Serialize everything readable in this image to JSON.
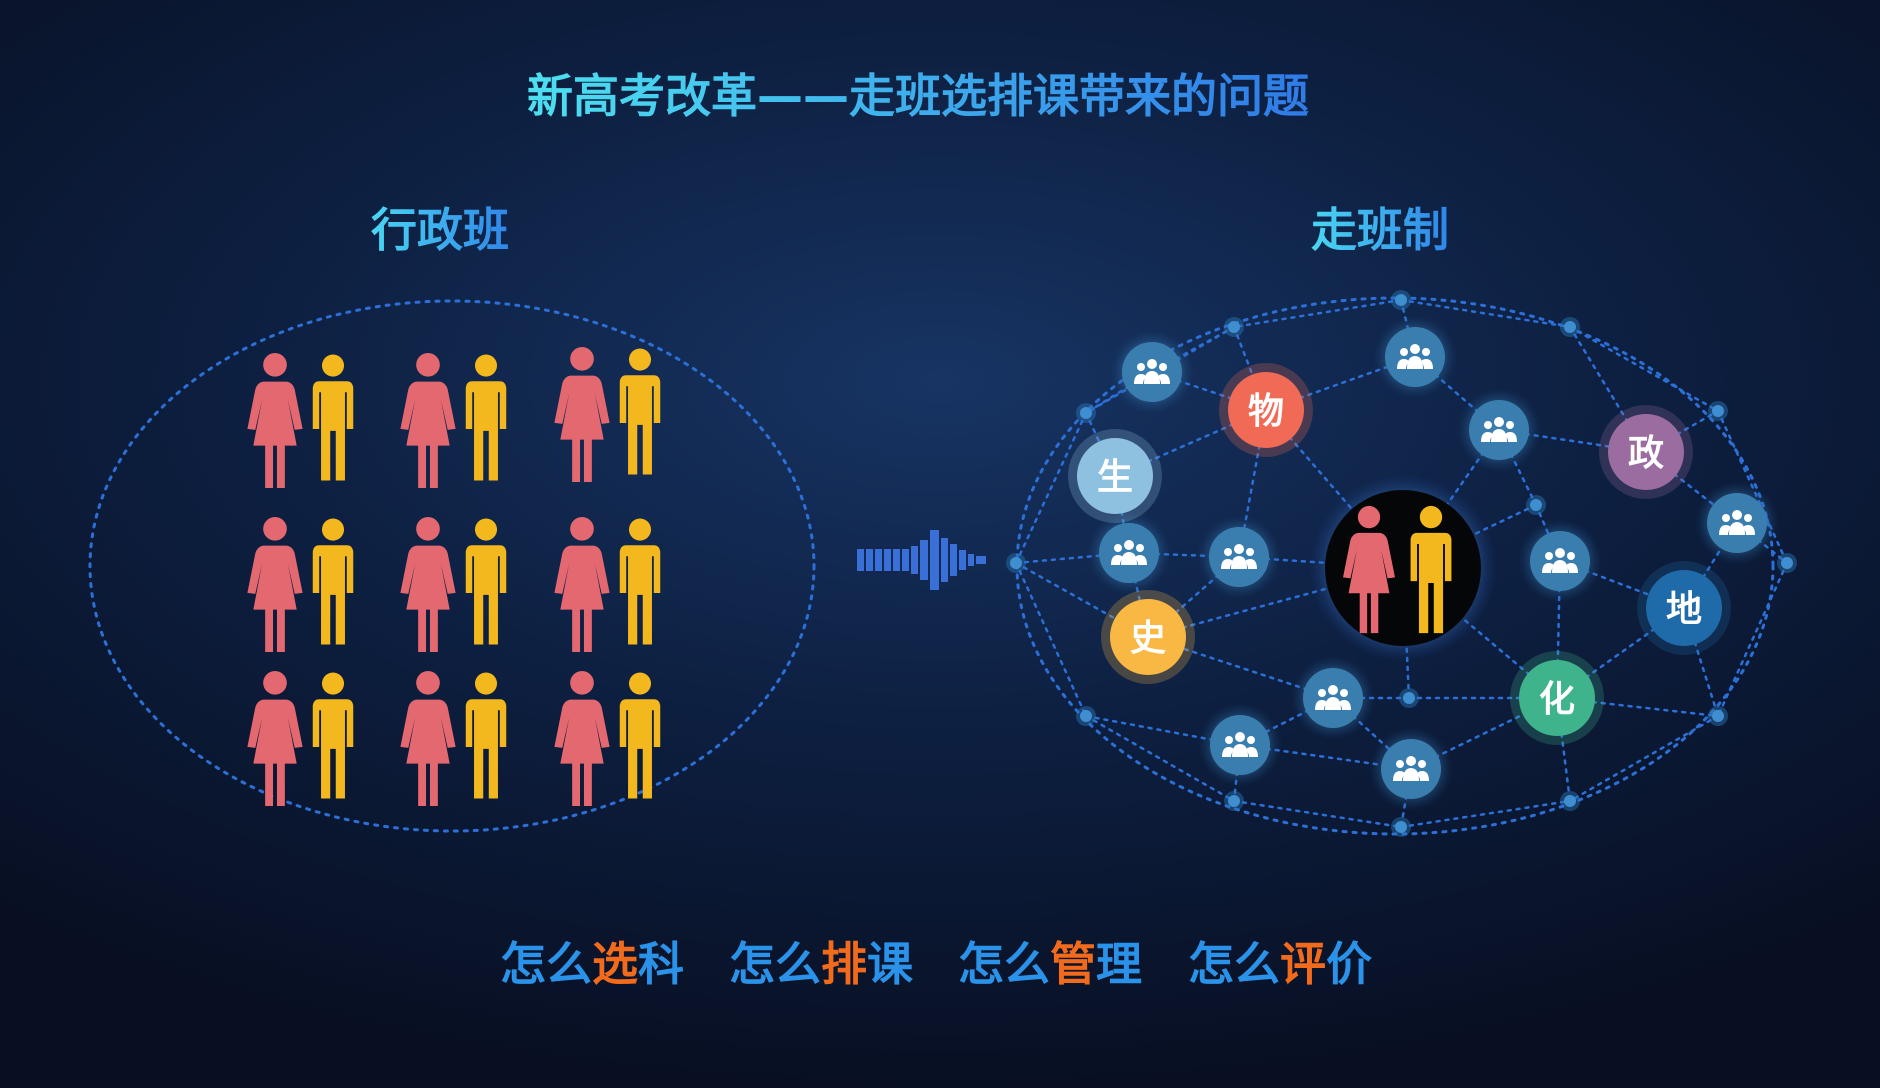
{
  "title": "新高考改革——走班选排课带来的问题",
  "left_section": {
    "label": "行政班"
  },
  "right_section": {
    "label": "走班制"
  },
  "subjects": [
    {
      "label": "物",
      "color": "#f06a55"
    },
    {
      "label": "生",
      "color": "#8ec1e0"
    },
    {
      "label": "史",
      "color": "#f9b843"
    },
    {
      "label": "政",
      "color": "#9b6c9f"
    },
    {
      "label": "地",
      "color": "#1f6aa8"
    },
    {
      "label": "化",
      "color": "#3fb48c"
    }
  ],
  "questions": [
    {
      "prefix": "怎么",
      "accent": "选",
      "suffix": "科"
    },
    {
      "prefix": "怎么",
      "accent": "排",
      "suffix": "课"
    },
    {
      "prefix": "怎么",
      "accent": "管",
      "suffix": "理"
    },
    {
      "prefix": "怎么",
      "accent": "评",
      "suffix": "价"
    }
  ],
  "colors": {
    "female": "#e36870",
    "male": "#f3b81e",
    "title_start": "#4de0f0",
    "title_end": "#2f7be8",
    "question_main": "#2a92e8",
    "question_accent": "#f26a1b",
    "dotted_line": "#2c6fd6",
    "group_node": "#3a7eb0"
  },
  "icons": {
    "group": "people-group-icon",
    "female": "woman-icon",
    "male": "man-icon",
    "arrow": "right-arrow-icon"
  }
}
